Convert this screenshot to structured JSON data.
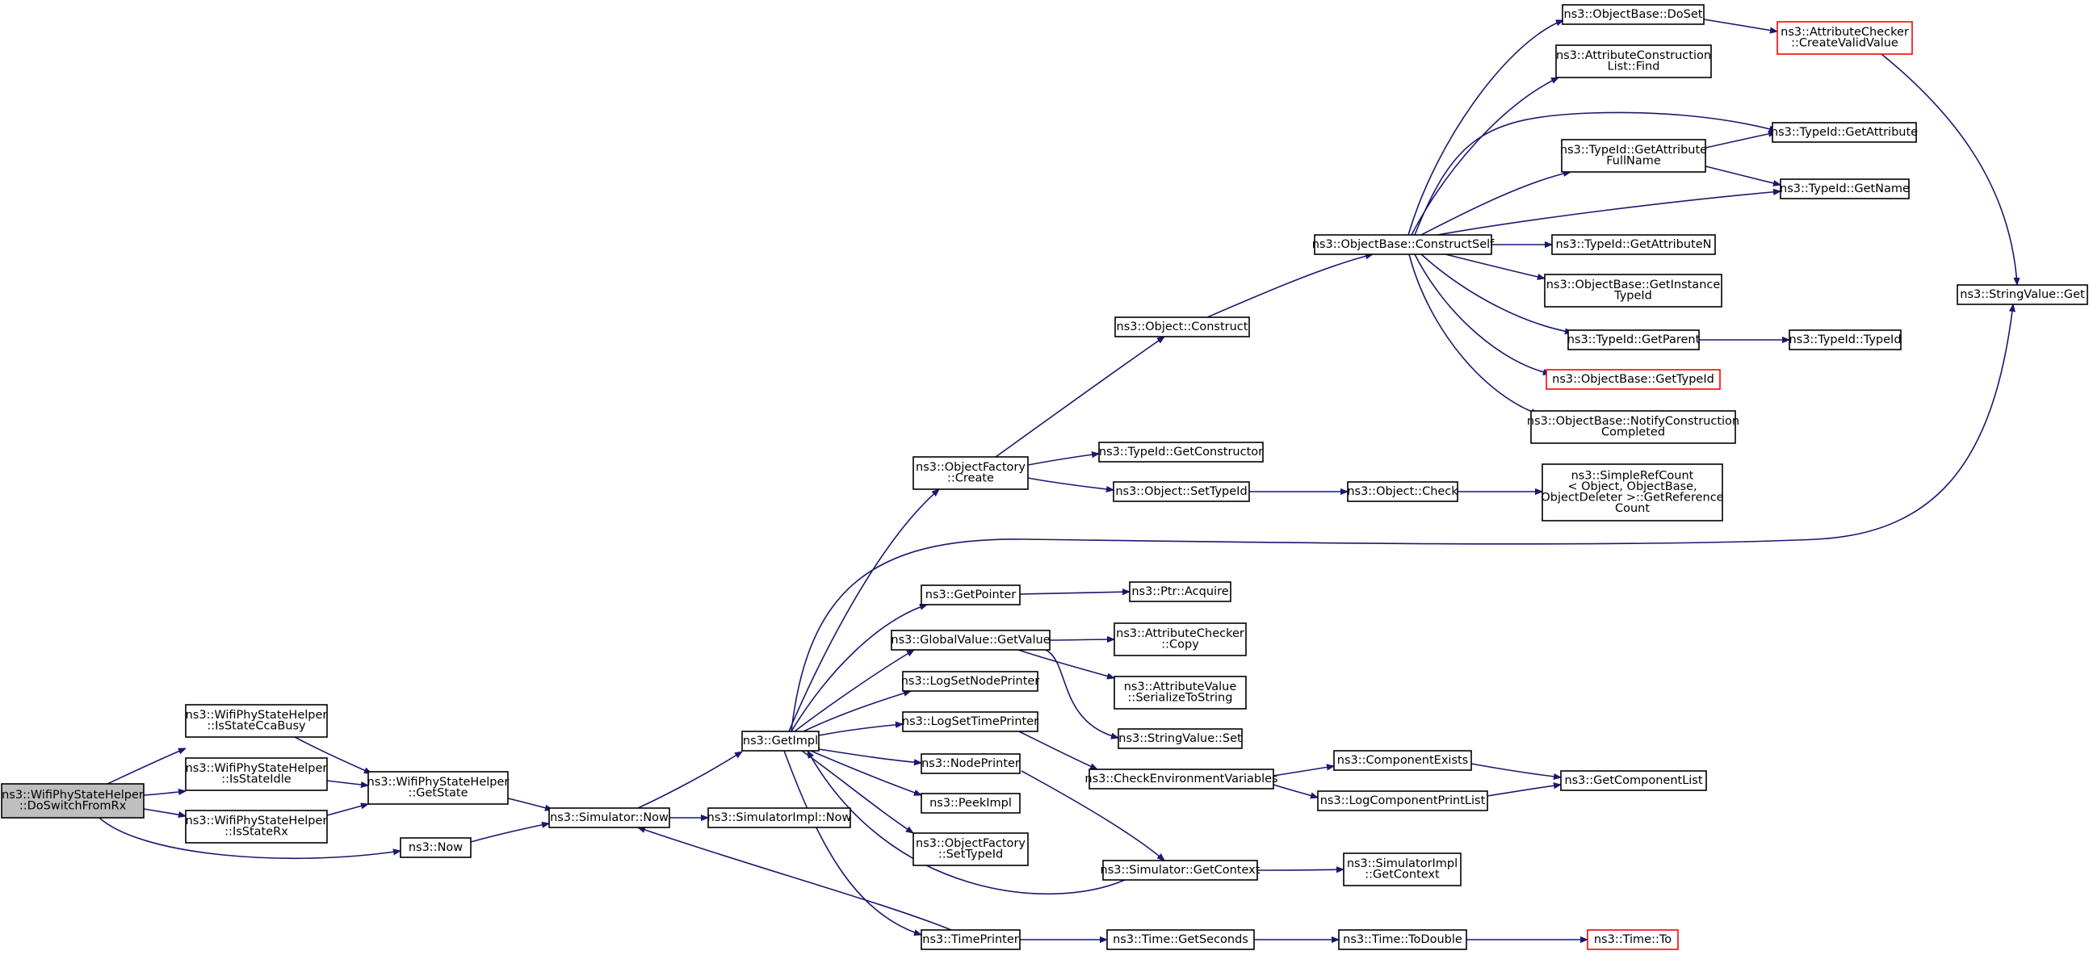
{
  "nodes": [
    {
      "id": "doswitch",
      "lines": [
        "ns3::WifiPhyStateHelper",
        "::DoSwitchFromRx"
      ],
      "root": true
    },
    {
      "id": "ccabusy",
      "lines": [
        "ns3::WifiPhyStateHelper",
        "::IsStateCcaBusy"
      ]
    },
    {
      "id": "idle",
      "lines": [
        "ns3::WifiPhyStateHelper",
        "::IsStateIdle"
      ]
    },
    {
      "id": "rx",
      "lines": [
        "ns3::WifiPhyStateHelper",
        "::IsStateRx"
      ]
    },
    {
      "id": "getstate",
      "lines": [
        "ns3::WifiPhyStateHelper",
        "::GetState"
      ]
    },
    {
      "id": "now",
      "lines": [
        "ns3::Now"
      ]
    },
    {
      "id": "simnow",
      "lines": [
        "ns3::Simulator::Now"
      ]
    },
    {
      "id": "simimplnow",
      "lines": [
        "ns3::SimulatorImpl::Now"
      ]
    },
    {
      "id": "getimpl",
      "lines": [
        "ns3::GetImpl"
      ]
    },
    {
      "id": "ofcreate",
      "lines": [
        "ns3::ObjectFactory",
        "::Create"
      ]
    },
    {
      "id": "getpointer",
      "lines": [
        "ns3::GetPointer"
      ]
    },
    {
      "id": "gvgetvalue",
      "lines": [
        "ns3::GlobalValue::GetValue"
      ]
    },
    {
      "id": "logsetnode",
      "lines": [
        "ns3::LogSetNodePrinter"
      ]
    },
    {
      "id": "logsettime",
      "lines": [
        "ns3::LogSetTimePrinter"
      ]
    },
    {
      "id": "nodeprinter",
      "lines": [
        "ns3::NodePrinter"
      ]
    },
    {
      "id": "peekimpl",
      "lines": [
        "ns3::PeekImpl"
      ]
    },
    {
      "id": "ofsettypeid",
      "lines": [
        "ns3::ObjectFactory",
        "::SetTypeId"
      ]
    },
    {
      "id": "timeprinter",
      "lines": [
        "ns3::TimePrinter"
      ]
    },
    {
      "id": "objconstruct",
      "lines": [
        "ns3::Object::Construct"
      ]
    },
    {
      "id": "getconstructor",
      "lines": [
        "ns3::TypeId::GetConstructor"
      ]
    },
    {
      "id": "objsettypeid",
      "lines": [
        "ns3::Object::SetTypeId"
      ]
    },
    {
      "id": "ptracquire",
      "lines": [
        "ns3::Ptr::Acquire"
      ]
    },
    {
      "id": "accopy",
      "lines": [
        "ns3::AttributeChecker",
        "::Copy"
      ]
    },
    {
      "id": "avserialize",
      "lines": [
        "ns3::AttributeValue",
        "::SerializeToString"
      ]
    },
    {
      "id": "svset",
      "lines": [
        "ns3::StringValue::Set"
      ]
    },
    {
      "id": "checkenv",
      "lines": [
        "ns3::CheckEnvironmentVariables"
      ]
    },
    {
      "id": "simgetcontext",
      "lines": [
        "ns3::Simulator::GetContext"
      ]
    },
    {
      "id": "timegetseconds",
      "lines": [
        "ns3::Time::GetSeconds"
      ]
    },
    {
      "id": "constructself",
      "lines": [
        "ns3::ObjectBase::ConstructSelf"
      ]
    },
    {
      "id": "objcheck",
      "lines": [
        "ns3::Object::Check"
      ]
    },
    {
      "id": "compexists",
      "lines": [
        "ns3::ComponentExists"
      ]
    },
    {
      "id": "logcompprint",
      "lines": [
        "ns3::LogComponentPrintList"
      ]
    },
    {
      "id": "simimplgetcontext",
      "lines": [
        "ns3::SimulatorImpl",
        "::GetContext"
      ]
    },
    {
      "id": "timetodouble",
      "lines": [
        "ns3::Time::ToDouble"
      ]
    },
    {
      "id": "dosset",
      "lines": [
        "ns3::ObjectBase::DoSet"
      ]
    },
    {
      "id": "aclfind",
      "lines": [
        "ns3::AttributeConstruction",
        "List::Find"
      ]
    },
    {
      "id": "getattrfullname",
      "lines": [
        "ns3::TypeId::GetAttribute",
        "FullName"
      ]
    },
    {
      "id": "getattributen",
      "lines": [
        "ns3::TypeId::GetAttributeN"
      ]
    },
    {
      "id": "getinstancetypeid",
      "lines": [
        "ns3::ObjectBase::GetInstance",
        "TypeId"
      ]
    },
    {
      "id": "getparent",
      "lines": [
        "ns3::TypeId::GetParent"
      ]
    },
    {
      "id": "obgettypeid",
      "lines": [
        "ns3::ObjectBase::GetTypeId"
      ],
      "red": true
    },
    {
      "id": "notifyconstruction",
      "lines": [
        "ns3::ObjectBase::NotifyConstruction",
        "Completed"
      ]
    },
    {
      "id": "simplerefcount",
      "lines": [
        "ns3::SimpleRefCount",
        "< Object, ObjectBase,",
        "ObjectDeleter >::GetReference",
        "Count"
      ]
    },
    {
      "id": "getcomplist",
      "lines": [
        "ns3::GetComponentList"
      ]
    },
    {
      "id": "timeto",
      "lines": [
        "ns3::Time::To"
      ],
      "red": true
    },
    {
      "id": "createvalid",
      "lines": [
        "ns3::AttributeChecker",
        "::CreateValidValue"
      ],
      "red": true
    },
    {
      "id": "getattribute",
      "lines": [
        "ns3::TypeId::GetAttribute"
      ]
    },
    {
      "id": "getname",
      "lines": [
        "ns3::TypeId::GetName"
      ]
    },
    {
      "id": "typeidtypeid",
      "lines": [
        "ns3::TypeId::TypeId"
      ]
    },
    {
      "id": "svget",
      "lines": [
        "ns3::StringValue::Get"
      ]
    }
  ],
  "edges": [
    [
      "doswitch",
      "ccabusy"
    ],
    [
      "doswitch",
      "idle"
    ],
    [
      "doswitch",
      "rx"
    ],
    [
      "doswitch",
      "now"
    ],
    [
      "ccabusy",
      "getstate"
    ],
    [
      "idle",
      "getstate"
    ],
    [
      "rx",
      "getstate"
    ],
    [
      "getstate",
      "simnow"
    ],
    [
      "now",
      "simnow"
    ],
    [
      "simnow",
      "getimpl"
    ],
    [
      "simnow",
      "simimplnow"
    ],
    [
      "getimpl",
      "ofcreate"
    ],
    [
      "getimpl",
      "getpointer"
    ],
    [
      "getimpl",
      "gvgetvalue"
    ],
    [
      "getimpl",
      "logsetnode"
    ],
    [
      "getimpl",
      "logsettime"
    ],
    [
      "getimpl",
      "nodeprinter"
    ],
    [
      "getimpl",
      "peekimpl"
    ],
    [
      "getimpl",
      "ofsettypeid"
    ],
    [
      "getimpl",
      "timeprinter"
    ],
    [
      "getimpl",
      "svget"
    ],
    [
      "ofcreate",
      "objconstruct"
    ],
    [
      "ofcreate",
      "getconstructor"
    ],
    [
      "ofcreate",
      "objsettypeid"
    ],
    [
      "getpointer",
      "ptracquire"
    ],
    [
      "gvgetvalue",
      "accopy"
    ],
    [
      "gvgetvalue",
      "avserialize"
    ],
    [
      "gvgetvalue",
      "svset"
    ],
    [
      "logsettime",
      "checkenv"
    ],
    [
      "nodeprinter",
      "simgetcontext"
    ],
    [
      "checkenv",
      "compexists"
    ],
    [
      "checkenv",
      "logcompprint"
    ],
    [
      "compexists",
      "getcomplist"
    ],
    [
      "logcompprint",
      "getcomplist"
    ],
    [
      "simgetcontext",
      "getimpl"
    ],
    [
      "simgetcontext",
      "simimplgetcontext"
    ],
    [
      "timeprinter",
      "simnow"
    ],
    [
      "timeprinter",
      "timegetseconds"
    ],
    [
      "timegetseconds",
      "timetodouble"
    ],
    [
      "timetodouble",
      "timeto"
    ],
    [
      "objconstruct",
      "constructself"
    ],
    [
      "objsettypeid",
      "objcheck"
    ],
    [
      "objcheck",
      "simplerefcount"
    ],
    [
      "constructself",
      "dosset"
    ],
    [
      "constructself",
      "aclfind"
    ],
    [
      "constructself",
      "getattribute"
    ],
    [
      "constructself",
      "getattrfullname"
    ],
    [
      "constructself",
      "getname"
    ],
    [
      "constructself",
      "getattributen"
    ],
    [
      "constructself",
      "getinstancetypeid"
    ],
    [
      "constructself",
      "getparent"
    ],
    [
      "constructself",
      "obgettypeid"
    ],
    [
      "constructself",
      "notifyconstruction"
    ],
    [
      "dosset",
      "createvalid"
    ],
    [
      "createvalid",
      "svget"
    ],
    [
      "getattrfullname",
      "getattribute"
    ],
    [
      "getattrfullname",
      "getname"
    ],
    [
      "getparent",
      "typeidtypeid"
    ]
  ]
}
